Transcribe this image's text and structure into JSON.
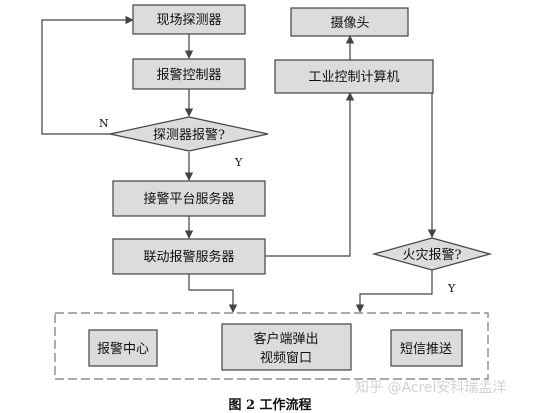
{
  "nodes": {
    "scene_detector": "现场探测器",
    "alarm_controller": "报警控制器",
    "detector_alarm_decision": "探测器报警?",
    "alarm_platform_server": "接警平台服务器",
    "linkage_alarm_server": "联动报警服务器",
    "camera": "摄像头",
    "industrial_computer": "工业控制计算机",
    "fire_alarm_decision": "火灾报警?",
    "alarm_center": "报警中心",
    "client_popup_line1": "客户端弹出",
    "client_popup_line2": "视频窗口",
    "sms_push": "短信推送"
  },
  "edge_labels": {
    "no": "N",
    "yes": "Y",
    "fire_yes": "Y"
  },
  "caption": "图 2   工作流程",
  "watermark": "知乎 @Acrel安科瑞孟洋"
}
